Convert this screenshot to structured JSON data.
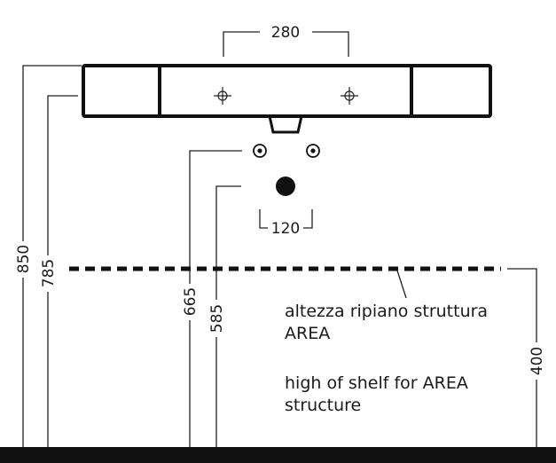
{
  "dimensions": {
    "top_width": "280",
    "hole_spacing": "120",
    "total_height": "850",
    "basin_height": "785",
    "tap_height": "665",
    "drain_height": "585",
    "shelf_height": "400"
  },
  "notes": {
    "italian_line1": "altezza ripiano struttura",
    "italian_line2": "AREA",
    "english_line1": "high of shelf for AREA",
    "english_line2": "structure"
  }
}
